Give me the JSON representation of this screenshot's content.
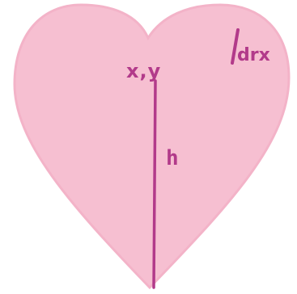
{
  "diagram": {
    "shape": "heart",
    "colors": {
      "heart_fill": "#f6bfd1",
      "heart_edge": "#f3b3c8",
      "ink": "#b23a8a"
    },
    "labels": {
      "point": "x,y",
      "height": "h",
      "drx": "drx"
    }
  }
}
